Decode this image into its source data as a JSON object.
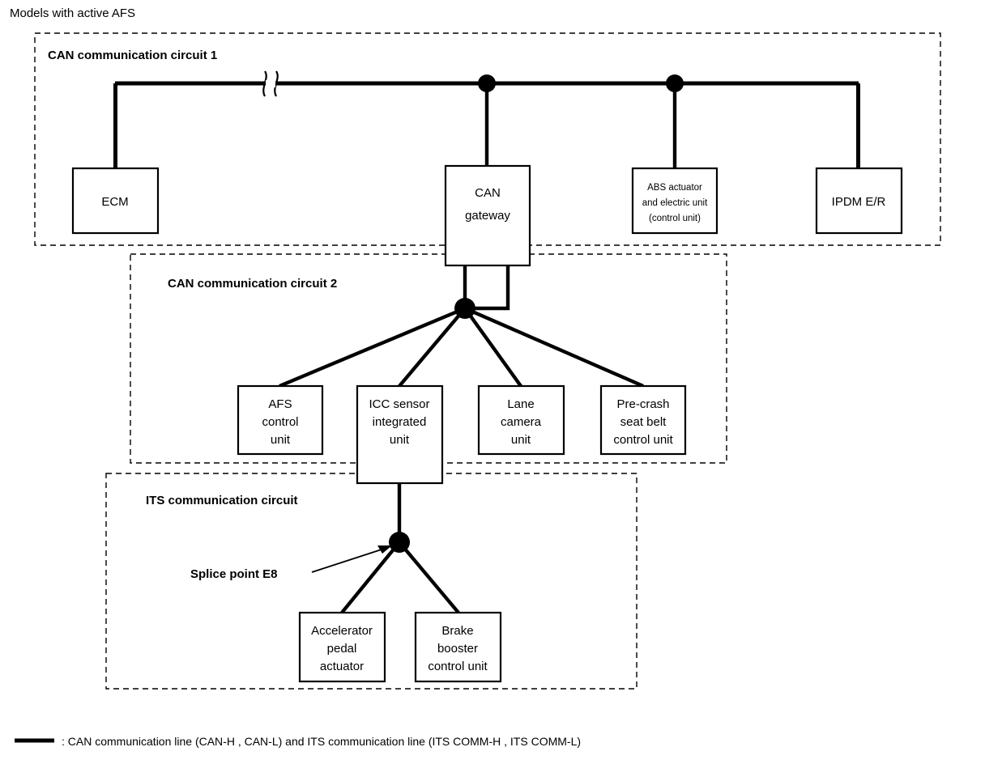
{
  "title": "Models with active AFS",
  "regions": {
    "circuit1": {
      "label": "CAN communication circuit 1"
    },
    "circuit2": {
      "label": "CAN communication circuit 2"
    },
    "its": {
      "label": "ITS communication circuit"
    }
  },
  "nodes": {
    "ecm": {
      "label": "ECM"
    },
    "can_gateway": {
      "line1": "CAN",
      "line2": "gateway"
    },
    "abs": {
      "line1": "ABS actuator",
      "line2": "and electric unit",
      "line3": "(control unit)"
    },
    "ipdm": {
      "label": "IPDM E/R"
    },
    "afs": {
      "line1": "AFS",
      "line2": "control",
      "line3": "unit"
    },
    "icc": {
      "line1": "ICC sensor",
      "line2": "integrated",
      "line3": "unit"
    },
    "lane_camera": {
      "line1": "Lane",
      "line2": "camera",
      "line3": "unit"
    },
    "precrash": {
      "line1": "Pre-crash",
      "line2": "seat belt",
      "line3": "control unit"
    },
    "accel_pedal": {
      "line1": "Accelerator",
      "line2": "pedal",
      "line3": "actuator"
    },
    "brake_booster": {
      "line1": "Brake",
      "line2": "booster",
      "line3": "control unit"
    }
  },
  "annotations": {
    "splice_point": "Splice point E8"
  },
  "legend": {
    "text": ": CAN communication line (CAN-H , CAN-L) and ITS communication line (ITS COMM-H , ITS COMM-L)"
  },
  "colors": {
    "stroke": "#000000",
    "background": "#ffffff"
  }
}
